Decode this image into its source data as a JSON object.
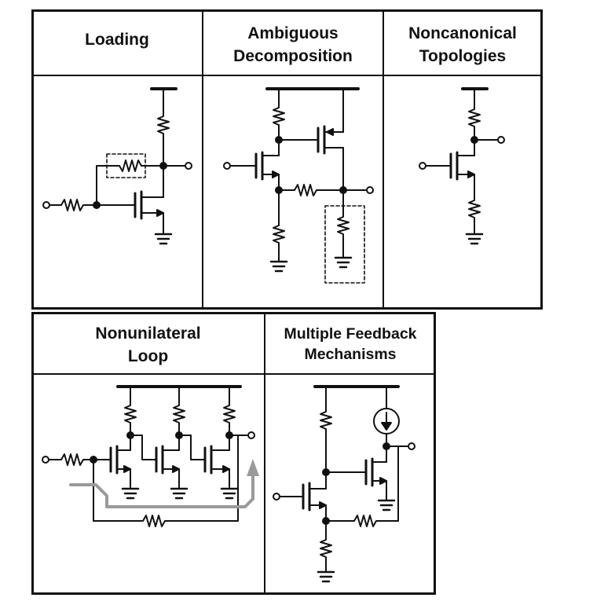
{
  "panels": [
    {
      "id": "loading",
      "title_lines": [
        "Loading"
      ]
    },
    {
      "id": "ambiguous",
      "title_lines": [
        "Ambiguous",
        "Decomposition"
      ]
    },
    {
      "id": "noncanonical",
      "title_lines": [
        "Noncanonical",
        "Topologies"
      ]
    },
    {
      "id": "nonunilateral",
      "title_lines": [
        "Nonunilateral",
        "Loop"
      ]
    },
    {
      "id": "multiple",
      "title_lines": [
        "Multiple Feedback",
        "Mechanisms"
      ]
    }
  ],
  "colors": {
    "line": "#111111",
    "arrow": "#9a9a9a",
    "background": "#ffffff"
  }
}
